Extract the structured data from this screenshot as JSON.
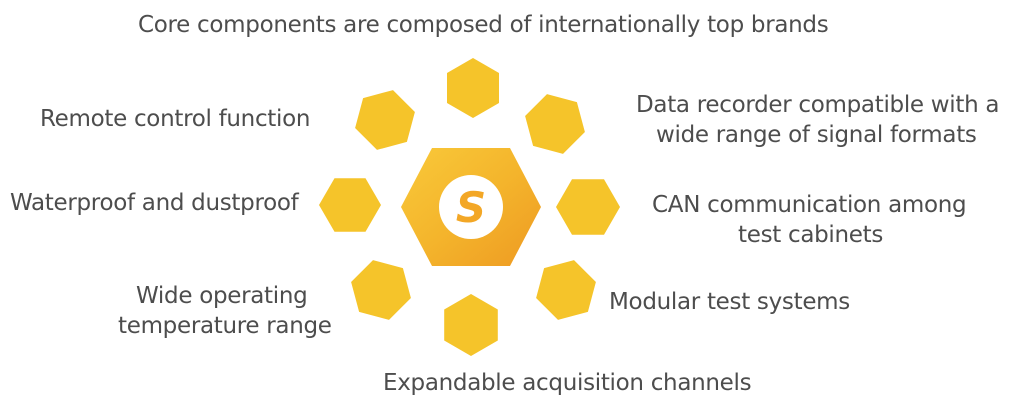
{
  "title": "Core components are composed of internationally top brands",
  "features": {
    "remote": "Remote control function",
    "data_recorder_1": "Data recorder compatible with a",
    "data_recorder_2": "wide range of signal formats",
    "waterproof": "Waterproof and dustproof",
    "can_1": "CAN communication among",
    "can_2": "test cabinets",
    "temp_1": "Wide operating",
    "temp_2": "temperature range",
    "modular": "Modular test systems",
    "channels": "Expandable acquisition channels"
  },
  "logo_letter": "S",
  "colors": {
    "hex": "#f5c42a",
    "center_light": "#f7c530",
    "center_dark": "#ef9a22"
  }
}
